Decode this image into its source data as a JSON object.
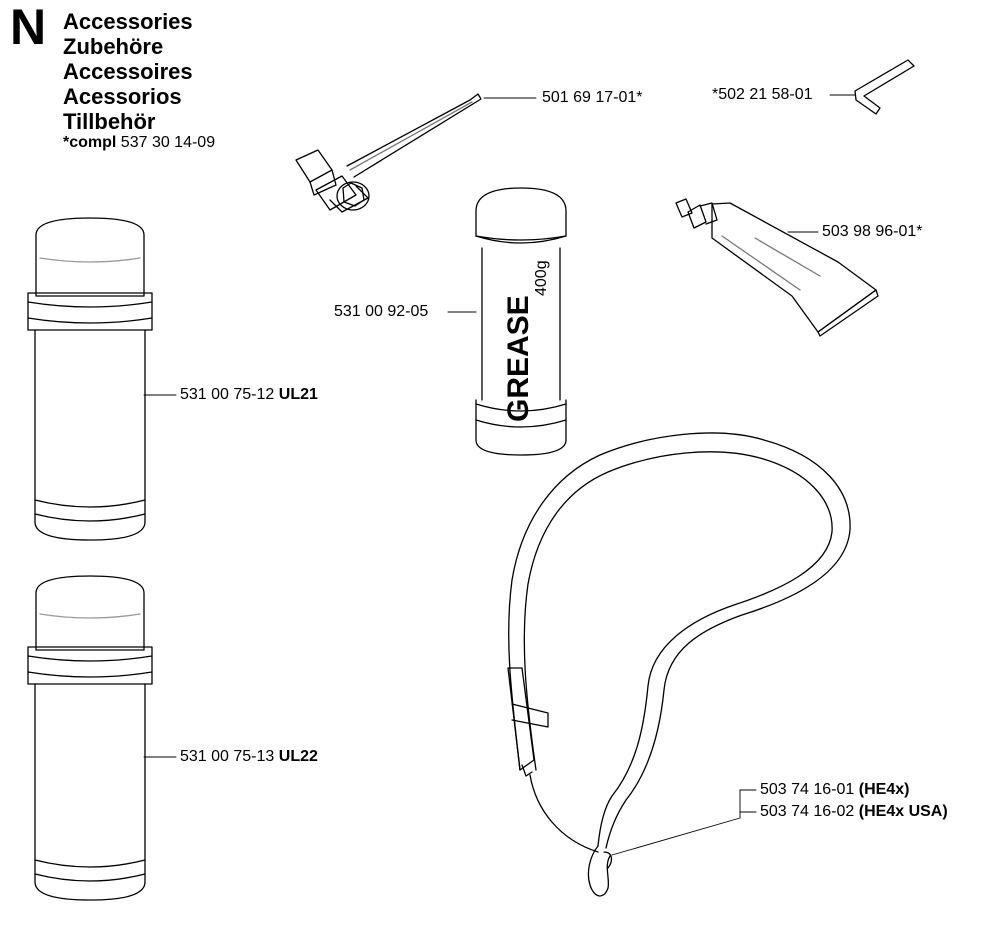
{
  "section": {
    "letter": "N"
  },
  "titles": [
    "Accessories",
    "Zubehöre",
    "Accessoires",
    "Acessorios",
    "Tillbehör"
  ],
  "compl": {
    "prefix": "*compl",
    "number": "537 30 14-09"
  },
  "parts": {
    "wrench": {
      "number": "501 69 17-01*"
    },
    "allen_key": {
      "number": "*502 21 58-01"
    },
    "tube": {
      "number": "503 98 96-01*"
    },
    "grease": {
      "number": "531 00 92-05",
      "print_main": "GREASE",
      "print_weight": "400g"
    },
    "spray_1": {
      "number": "531 00 75-12",
      "code": "UL21"
    },
    "spray_2": {
      "number": "531 00 75-13",
      "code": "UL22"
    },
    "harness_1": {
      "number": "503 74 16-01",
      "variant": "(HE4x)"
    },
    "harness_2": {
      "number": "503 74 16-02",
      "variant": "(HE4x USA)"
    }
  }
}
